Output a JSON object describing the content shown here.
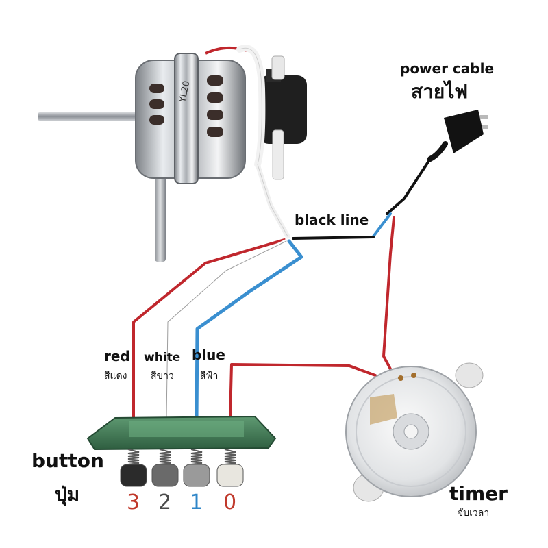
{
  "labels": {
    "power_cable_en": "power cable",
    "power_cable_th": "สายไฟ",
    "black_line": "black line",
    "red_en": "red",
    "red_th": "สีแดง",
    "white_en": "white",
    "white_th": "สีขาว",
    "blue_en": "blue",
    "blue_th": "สีฟ้า",
    "button_en": "button",
    "button_th": "ปุ่ม",
    "timer_en": "timer",
    "timer_th": "จับเวลา",
    "motor_marking": "YL20"
  },
  "buttons": [
    {
      "number": "3",
      "color": "#c0392b",
      "cap": "#2b2b2b"
    },
    {
      "number": "2",
      "color": "#4a4a4a",
      "cap": "#6a6a6a"
    },
    {
      "number": "1",
      "color": "#2f86c8",
      "cap": "#9a9a9a"
    },
    {
      "number": "0",
      "color": "#c0392b",
      "cap": "#e8e6df"
    }
  ],
  "wire_colors": {
    "red": "#c0272d",
    "white": "#f4f4f4",
    "blue": "#3a8fd0",
    "black": "#111111"
  }
}
